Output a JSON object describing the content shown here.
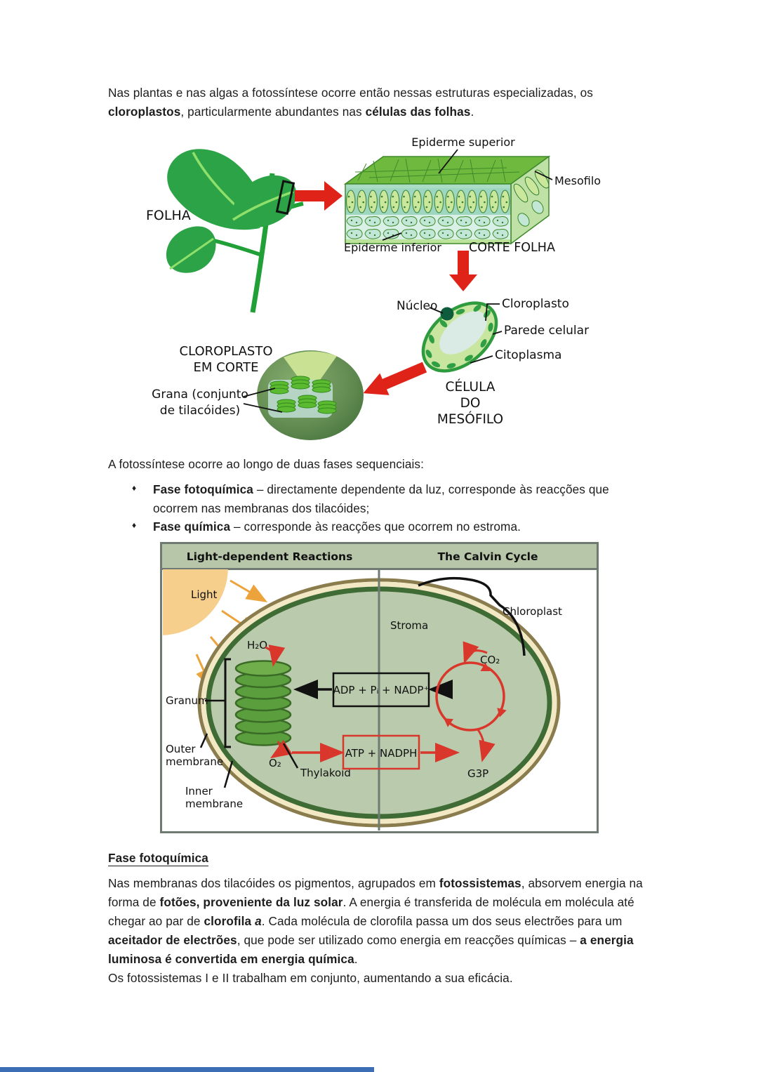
{
  "colors": {
    "arrow_red": "#DF2318",
    "diagram2_red": "#D9372B",
    "diagram2_border": "#6F7B72",
    "diagram2_header_bg": "#B7C5A9",
    "stroma_fill": "#BACBAD",
    "sun": "#F6CF8C",
    "ray_orange": "#EDA33C",
    "leaf_green": "#2CA346",
    "page_edge_blue": "#3B6EB5"
  },
  "intro": [
    {
      "t": "Nas plantas e nas algas a fotossíntese ocorre então nessas estruturas especializadas, os "
    },
    {
      "t": "cloroplastos",
      "b": true
    },
    {
      "t": ", particularmente abundantes nas "
    },
    {
      "t": "células das folhas",
      "b": true
    },
    {
      "t": "."
    }
  ],
  "figure1": {
    "labels": {
      "folha": "FOLHA",
      "epiderme_superior": "Epiderme superior",
      "mesofilo": "Mesofilo",
      "epiderme_inferior": "Epiderme inferior",
      "corte_folha": "CORTE FOLHA",
      "nucleo": "Núcleo",
      "cloroplasto": "Cloroplasto",
      "parede_celular": "Parede celular",
      "citoplasma": "Citoplasma",
      "celula_l1": "CÉLULA",
      "celula_l2": "DO",
      "celula_l3": "MESÓFILO",
      "corte_l1": "CLOROPLASTO",
      "corte_l2": "EM CORTE",
      "grana_l1": "Grana (conjunto",
      "grana_l2": "de tilacóides)"
    }
  },
  "phases": {
    "intro": "A fotossíntese ocorre ao longo de duas fases sequenciais:",
    "bullet_glyph": "♦",
    "bullet1": [
      {
        "t": "Fase fotoquímica",
        "b": true
      },
      {
        "t": " – directamente dependente da luz, corresponde às reacções que ocorrem nas membranas dos tilacóides;"
      }
    ],
    "bullet2": [
      {
        "t": "Fase química",
        "b": true
      },
      {
        "t": " – corresponde às reacções que ocorrem no estroma."
      }
    ]
  },
  "figure2": {
    "header_left": "Light-dependent Reactions",
    "header_right": "The Calvin Cycle",
    "labels": {
      "light": "Light",
      "stroma": "Stroma",
      "chloroplast": "Chloroplast",
      "h2o": "H₂O",
      "granum": "Granum",
      "outer_l1": "Outer",
      "outer_l2": "membrane",
      "inner_l1": "Inner",
      "inner_l2": "membrane",
      "o2": "O₂",
      "thylakoid": "Thylakoid",
      "adp_box": "ADP + Pᵢ + NADP⁺",
      "atp_box": "ATP + NADPH",
      "co2": "CO₂",
      "g3p": "G3P"
    }
  },
  "section": {
    "heading": "Fase fotoquímica",
    "paragraph": [
      {
        "t": "Nas membranas dos tilacóides os pigmentos, agrupados em "
      },
      {
        "t": "fotossistemas",
        "b": true
      },
      {
        "t": ", absorvem energia na forma de "
      },
      {
        "t": "fotões, proveniente da luz solar",
        "b": true
      },
      {
        "t": ". A energia é transferida de molécula em molécula até chegar ao par de "
      },
      {
        "t": "clorofila ",
        "b": true
      },
      {
        "t": "a",
        "b": true,
        "i": true
      },
      {
        "t": ". Cada molécula de clorofila passa um dos seus electrões para um "
      },
      {
        "t": "aceitador de electrões",
        "b": true
      },
      {
        "t": ", que pode ser utilizado como energia em reacções químicas – "
      },
      {
        "t": "a energia luminosa é convertida em energia química",
        "b": true
      },
      {
        "t": "."
      }
    ],
    "closing": "Os fotossistemas I e II trabalham em conjunto, aumentando a sua eficácia."
  }
}
